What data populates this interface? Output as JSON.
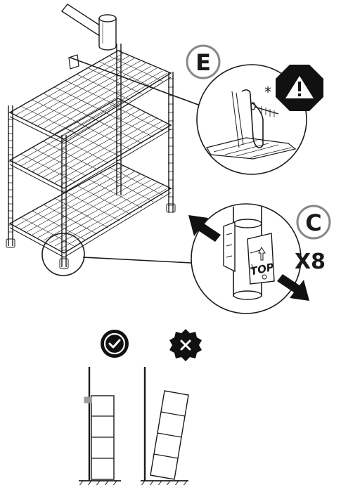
{
  "callouts": {
    "wall_anchor": {
      "letter": "E",
      "note_mark": "*"
    },
    "clip": {
      "letter": "C",
      "embossed_text": "TOP",
      "quantity": "X8"
    }
  },
  "icons": {
    "warning": "warning-icon",
    "correct": "check-icon",
    "incorrect": "x-badge-icon"
  },
  "colors": {
    "ink": "#1a1a1a",
    "badge_fill": "#111111",
    "accent_grey": "#9a9a9a",
    "circle_stroke": "#888888"
  }
}
